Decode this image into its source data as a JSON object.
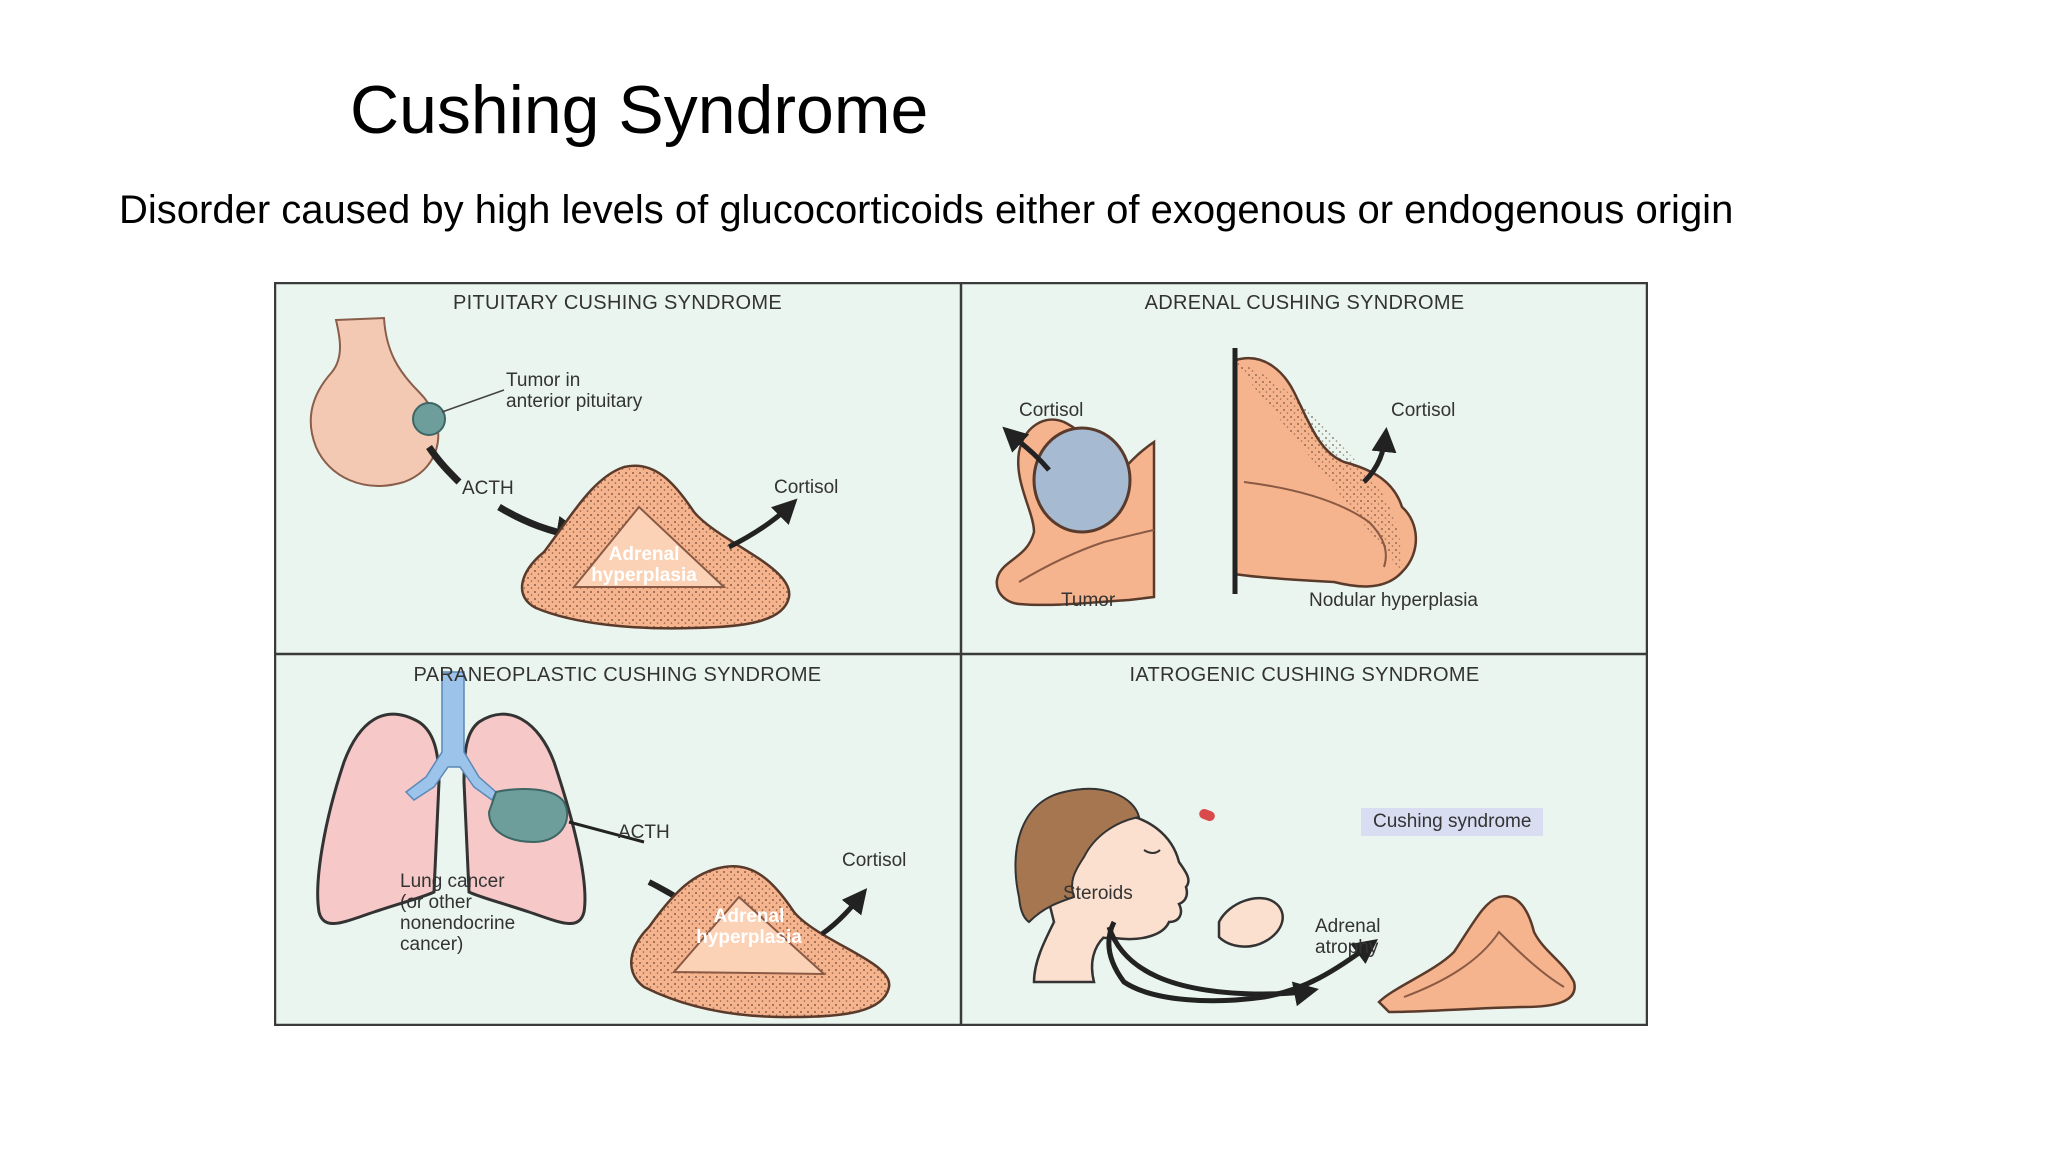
{
  "slide": {
    "title": "Cushing Syndrome",
    "subtitle": "Disorder caused by high levels of glucocorticoids either of exogenous or endogenous origin"
  },
  "figure": {
    "panels": {
      "pituitary": {
        "title": "PITUITARY CUSHING SYNDROME",
        "tumor_label_1": "Tumor in",
        "tumor_label_2": "anterior pituitary",
        "acth": "ACTH",
        "cortisol": "Cortisol",
        "adrenal_1": "Adrenal",
        "adrenal_2": "hyperplasia"
      },
      "adrenal": {
        "title": "ADRENAL CUSHING SYNDROME",
        "cortisol_left": "Cortisol",
        "cortisol_right": "Cortisol",
        "tumor": "Tumor",
        "nodular": "Nodular hyperplasia"
      },
      "paraneoplastic": {
        "title": "PARANEOPLASTIC CUSHING SYNDROME",
        "acth": "ACTH",
        "cortisol": "Cortisol",
        "lung_1": "Lung cancer",
        "lung_2": "(or other",
        "lung_3": "nonendocrine",
        "lung_4": "cancer)",
        "adrenal_1": "Adrenal",
        "adrenal_2": "hyperplasia"
      },
      "iatrogenic": {
        "title": "IATROGENIC CUSHING SYNDROME",
        "cushing": "Cushing syndrome",
        "steroids": "Steroids",
        "atrophy_1": "Adrenal",
        "atrophy_2": "atrophy"
      }
    },
    "colors": {
      "panel_bg": "#eaf5ef",
      "border": "#3a3a3a",
      "tissue": "#f5b48e",
      "tissue_light": "#fcd2b6",
      "pituitary": "#f3c9b4",
      "tumor": "#6e9e9c",
      "lung": "#f6c8c8",
      "airway": "#9cc4ea",
      "adrenal_tumor": "#a6bad2",
      "skin": "#fbe0cf",
      "hair": "#a57650",
      "badge": "#d9ddf2"
    }
  }
}
